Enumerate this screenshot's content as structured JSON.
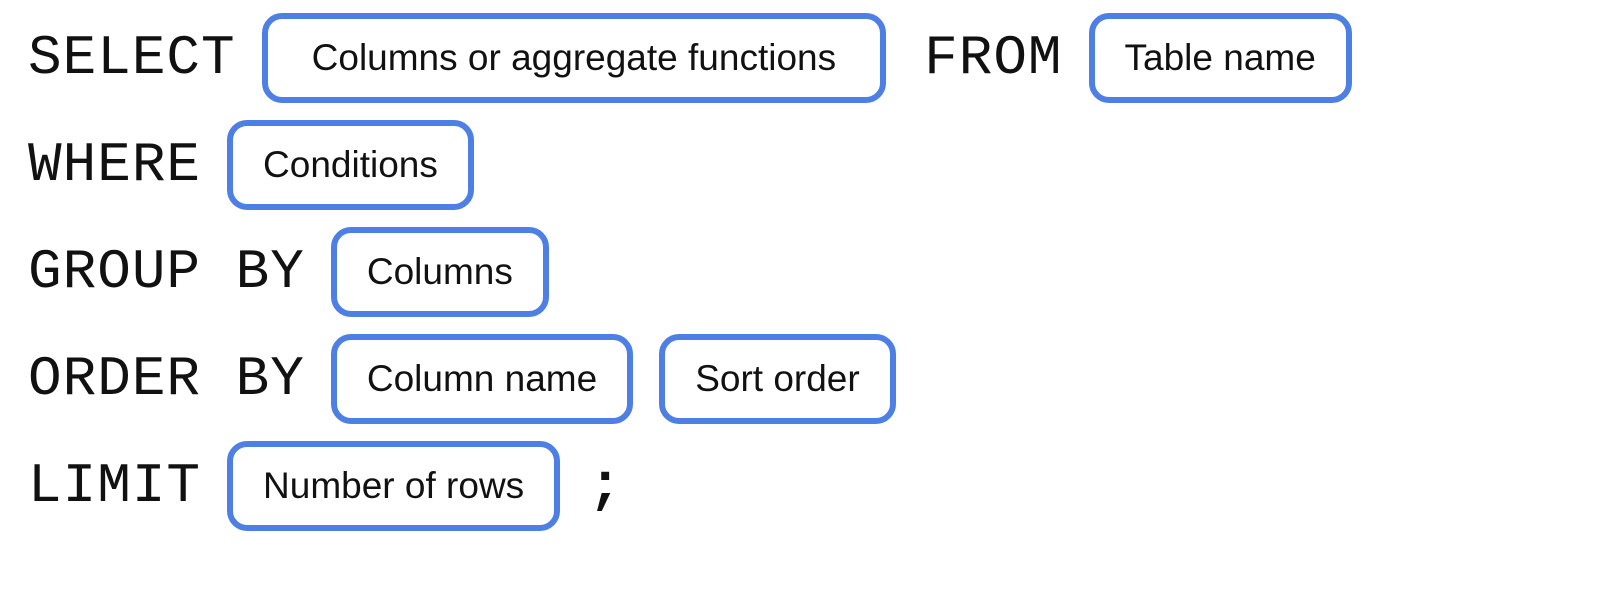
{
  "colors": {
    "accent_blue": "#4e7fe4",
    "text": "#111111"
  },
  "sql": {
    "rows": [
      {
        "tokens": [
          {
            "type": "keyword",
            "text": "SELECT"
          },
          {
            "type": "placeholder",
            "text": "Columns or aggregate functions"
          },
          {
            "type": "keyword",
            "text": "FROM"
          },
          {
            "type": "placeholder",
            "text": "Table name"
          }
        ]
      },
      {
        "tokens": [
          {
            "type": "keyword",
            "text": "WHERE"
          },
          {
            "type": "placeholder",
            "text": "Conditions"
          }
        ]
      },
      {
        "tokens": [
          {
            "type": "keyword",
            "text": "GROUP BY"
          },
          {
            "type": "placeholder",
            "text": "Columns"
          }
        ]
      },
      {
        "tokens": [
          {
            "type": "keyword",
            "text": "ORDER BY"
          },
          {
            "type": "placeholder",
            "text": "Column name"
          },
          {
            "type": "placeholder",
            "text": "Sort order"
          }
        ]
      },
      {
        "tokens": [
          {
            "type": "keyword",
            "text": "LIMIT"
          },
          {
            "type": "placeholder",
            "text": "Number of rows"
          },
          {
            "type": "punctuation",
            "text": ";"
          }
        ]
      }
    ]
  }
}
